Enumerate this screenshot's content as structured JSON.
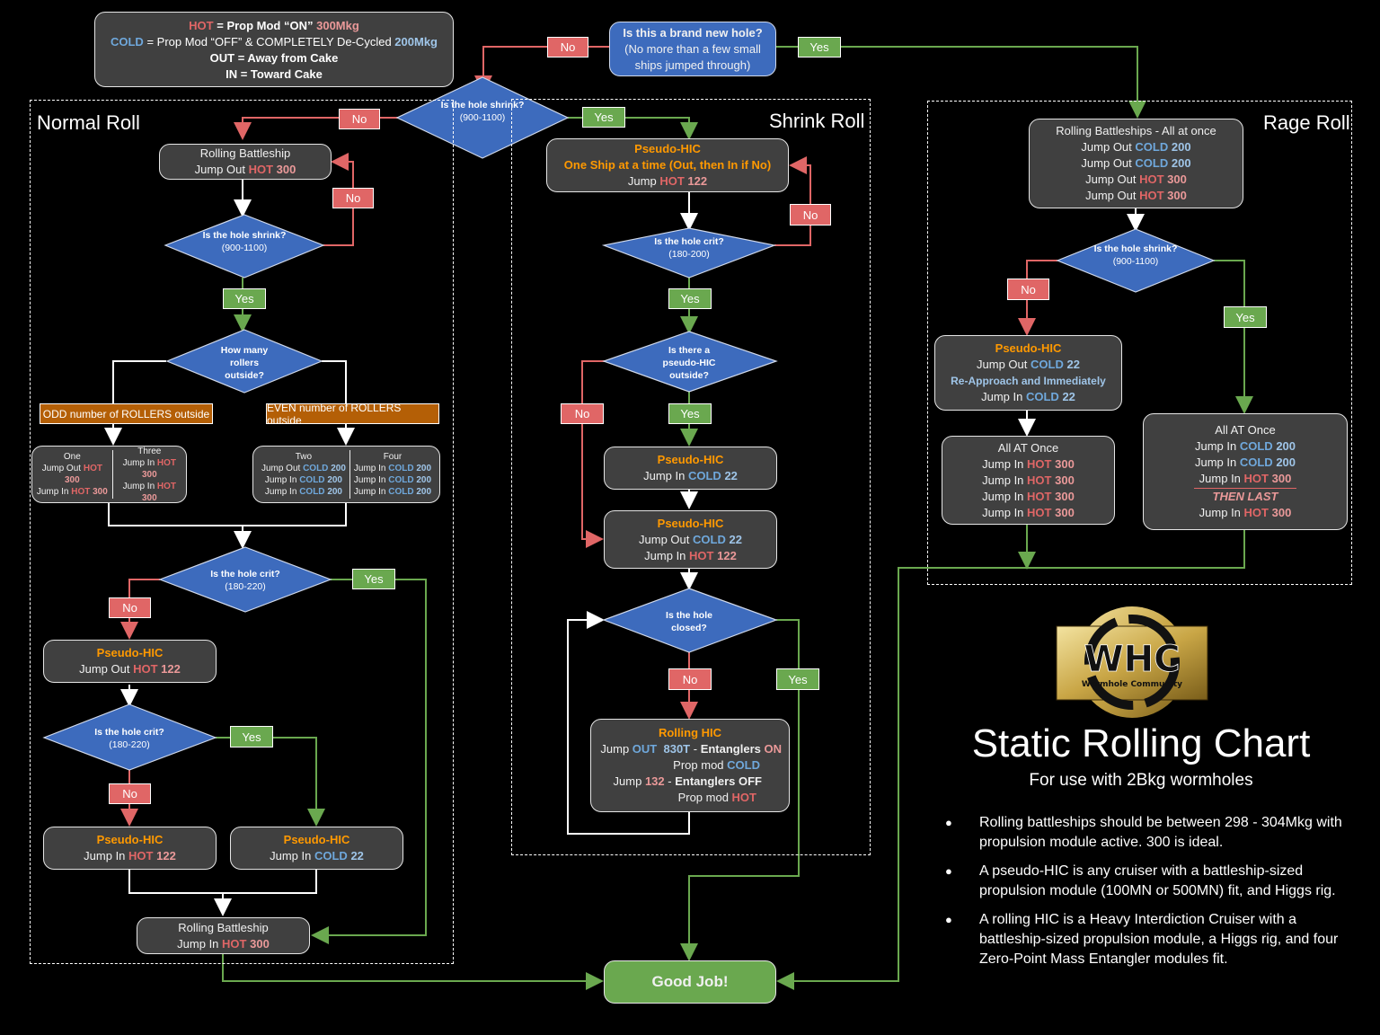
{
  "legend": {
    "line1": {
      "hot": "HOT",
      "rest": " = Prop Mod “ON” ",
      "value": "300Mkg"
    },
    "line2": {
      "cold": "COLD",
      "rest": " = Prop Mod “OFF”  & COMPLETELY De-Cycled ",
      "value": "200Mkg"
    },
    "line3": "OUT = Away from Cake",
    "line4": "IN = Toward Cake"
  },
  "start": {
    "question": "Is this a brand new hole?",
    "detail": "(No more than a few small ships jumped through)",
    "no": "No",
    "yes": "Yes"
  },
  "top_decision": {
    "q": "Is the hole shrink?",
    "range": "(900-1100)",
    "no": "No",
    "yes": "Yes"
  },
  "sections": {
    "normal": "Normal Roll",
    "shrink": "Shrink Roll",
    "rage": "Rage Roll"
  },
  "normal": {
    "step1": {
      "title": "Rolling Battleship",
      "action": "Jump Out",
      "mode": "HOT",
      "num": "300"
    },
    "shrink_q": {
      "q": "Is the hole shrink?",
      "range": "(900-1100)",
      "no": "No",
      "yes": "Yes"
    },
    "rollers_q": {
      "q": "How many rollers outside?"
    },
    "odd_label": "ODD number of ROLLERS outside",
    "even_label": "EVEN number of ROLLERS outside",
    "odd": {
      "one": {
        "title": "One",
        "rows": [
          [
            "Jump Out",
            "HOT",
            "300"
          ],
          [
            "Jump In",
            "HOT",
            "300"
          ]
        ]
      },
      "three": {
        "title": "Three",
        "rows": [
          [
            "Jump In",
            "HOT",
            "300"
          ],
          [
            "Jump In",
            "HOT",
            "300"
          ]
        ]
      }
    },
    "even": {
      "two": {
        "title": "Two",
        "rows": [
          [
            "Jump Out",
            "COLD",
            "200"
          ],
          [
            "Jump In",
            "COLD",
            "200"
          ],
          [
            "Jump In",
            "COLD",
            "200"
          ]
        ]
      },
      "four": {
        "title": "Four",
        "rows": [
          [
            "Jump In",
            "COLD",
            "200"
          ],
          [
            "Jump In",
            "COLD",
            "200"
          ],
          [
            "Jump In",
            "COLD",
            "200"
          ]
        ]
      }
    },
    "crit_q1": {
      "q": "Is the hole crit?",
      "range": "(180-220)",
      "no": "No",
      "yes": "Yes"
    },
    "phic_out": {
      "title": "Pseudo-HIC",
      "action": "Jump Out",
      "mode": "HOT",
      "num": "122"
    },
    "crit_q2": {
      "q": "Is the hole crit?",
      "range": "(180-220)",
      "no": "No",
      "yes": "Yes"
    },
    "phic_in_hot": {
      "title": "Pseudo-HIC",
      "action": "Jump In",
      "mode": "HOT",
      "num": "122"
    },
    "phic_in_cold": {
      "title": "Pseudo-HIC",
      "action": "Jump In",
      "mode": "COLD",
      "num": "22"
    },
    "final": {
      "title": "Rolling Battleship",
      "action": "Jump In",
      "mode": "HOT",
      "num": "300"
    }
  },
  "shrink": {
    "step1": {
      "title": "Pseudo-HIC",
      "subtitle": "One Ship at a time (Out, then In if No)",
      "action": "Jump",
      "mode": "HOT",
      "num": "122"
    },
    "crit_q": {
      "q": "Is the hole crit?",
      "range": "(180-200)",
      "no": "No",
      "yes": "Yes"
    },
    "phic_q": {
      "q": "Is there a pseudo-HIC outside?",
      "no": "No",
      "yes": "Yes"
    },
    "phic_in": {
      "title": "Pseudo-HIC",
      "action": "Jump In",
      "mode": "COLD",
      "num": "22"
    },
    "phic_outin": {
      "title": "Pseudo-HIC",
      "line1": {
        "action": "Jump Out",
        "mode": "COLD",
        "num": "22"
      },
      "line2": {
        "action": "Jump In",
        "mode": "HOT",
        "num": "122"
      }
    },
    "closed_q": {
      "q": "Is the hole closed?",
      "no": "No",
      "yes": "Yes"
    },
    "rolling_hic": {
      "title": "Rolling HIC",
      "l1": {
        "a": "Jump ",
        "dir": "OUT",
        "mass": "830T",
        "sep": " - ",
        "ent": "Entanglers",
        "state": "ON"
      },
      "l2": {
        "a": "Prop mod ",
        "mode": "COLD"
      },
      "l3": {
        "a": "Jump ",
        "mass": "132",
        "sep": " - ",
        "ent": "Entanglers OFF"
      },
      "l4": {
        "a": "Prop mod ",
        "mode": "HOT"
      }
    }
  },
  "rage": {
    "step1": {
      "title": "Rolling Battleships - All at once",
      "rows": [
        [
          "Jump Out",
          "COLD",
          "200"
        ],
        [
          "Jump Out",
          "COLD",
          "200"
        ],
        [
          "Jump Out",
          "HOT",
          "300"
        ],
        [
          "Jump Out",
          "HOT",
          "300"
        ]
      ]
    },
    "shrink_q": {
      "q": "Is the hole shrink?",
      "range": "(900-1100)",
      "no": "No",
      "yes": "Yes"
    },
    "phic": {
      "title": "Pseudo-HIC",
      "l1": [
        "Jump Out",
        "COLD",
        "22"
      ],
      "note": "Re-Approach and Immediately",
      "l2": [
        "Jump In",
        "COLD",
        "22"
      ]
    },
    "no_all": {
      "title": "All AT Once",
      "rows": [
        [
          "Jump In",
          "HOT",
          "300"
        ],
        [
          "Jump In",
          "HOT",
          "300"
        ],
        [
          "Jump In",
          "HOT",
          "300"
        ],
        [
          "Jump In",
          "HOT",
          "300"
        ]
      ]
    },
    "yes_all": {
      "title": "All AT Once",
      "rows": [
        [
          "Jump In",
          "COLD",
          "200"
        ],
        [
          "Jump In",
          "COLD",
          "200"
        ],
        [
          "Jump In",
          "HOT",
          "300"
        ]
      ],
      "then": "THEN LAST",
      "last": [
        "Jump In",
        "HOT",
        "300"
      ]
    }
  },
  "end": {
    "label": "Good Job!"
  },
  "logo": {
    "main": "WHC",
    "sub": "Wormhole Community"
  },
  "title": {
    "main": "Static Rolling Chart",
    "sub": "For use with 2Bkg wormholes"
  },
  "notes": [
    "Rolling battleships should be between 298 - 304Mkg with  propulsion module active.  300 is ideal.",
    "A pseudo-HIC is any cruiser with a battleship-sized propulsion module (100MN or 500MN) fit, and  Higgs rig.",
    "A rolling HIC is a Heavy Interdiction Cruiser with a battleship-sized propulsion module, a Higgs rig, and four Zero-Point Mass Entangler modules fit."
  ],
  "colors": {
    "hot": "#e06666",
    "cold": "#6fa8dc",
    "yes": "#6aa84f",
    "no": "#e06666",
    "decision": "#3d6bbd",
    "box": "#404040",
    "accent": "#ff9900",
    "odd_even": "#b45f06"
  }
}
